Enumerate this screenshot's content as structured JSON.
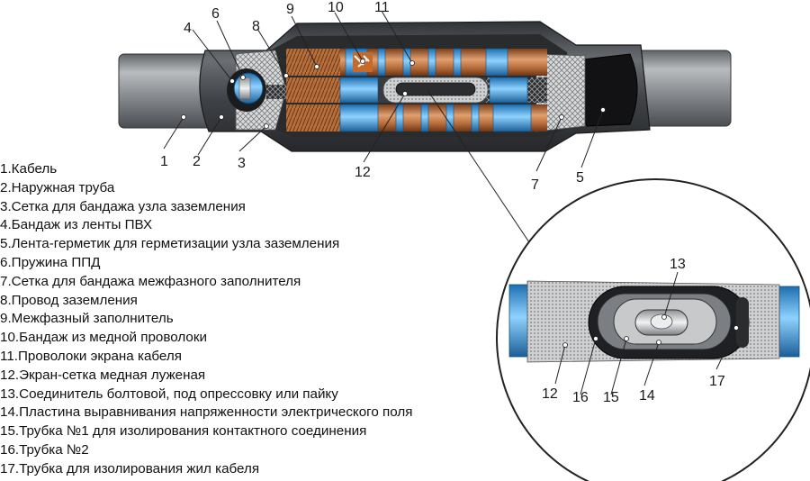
{
  "diagram": {
    "callouts": {
      "c1": "1",
      "c2": "2",
      "c3": "3",
      "c4": "4",
      "c5": "5",
      "c6": "6",
      "c7": "7",
      "c8": "8",
      "c9": "9",
      "c10": "10",
      "c11": "11",
      "c12": "12",
      "c13": "13",
      "c14": "14",
      "c15": "15",
      "c16": "16",
      "c17": "17",
      "c12b": "12"
    },
    "colors": {
      "cable": "#7d8185",
      "tube": "#45484d",
      "mesh": "#c7c8c8",
      "copper": "#b06a3a",
      "blue_winding": "#3f9bd8",
      "seal": "#1d1d1f"
    },
    "legend": [
      "1.Кабель",
      "2.Наружная труба",
      "3.Сетка для бандажа узла заземления",
      "4.Бандаж из ленты ПВХ",
      "5.Лента-герметик для герметизации узла заземления",
      "6.Пружина ППД",
      "7.Сетка для бандажа межфазного заполнителя",
      "8.Провод заземления",
      "9.Межфазный заполнитель",
      "10.Бандаж из медной проволоки",
      "11.Проволоки экрана кабеля",
      "12.Экран-сетка медная луженая",
      "13.Соединитель болтовой, под опрессовку или пайку",
      "14.Пластина выравнивания напряженности электрического поля",
      "15.Трубка №1 для изолирования контактного соединения",
      "16.Трубка №2",
      "17.Трубка для изолирования жил кабеля"
    ]
  }
}
